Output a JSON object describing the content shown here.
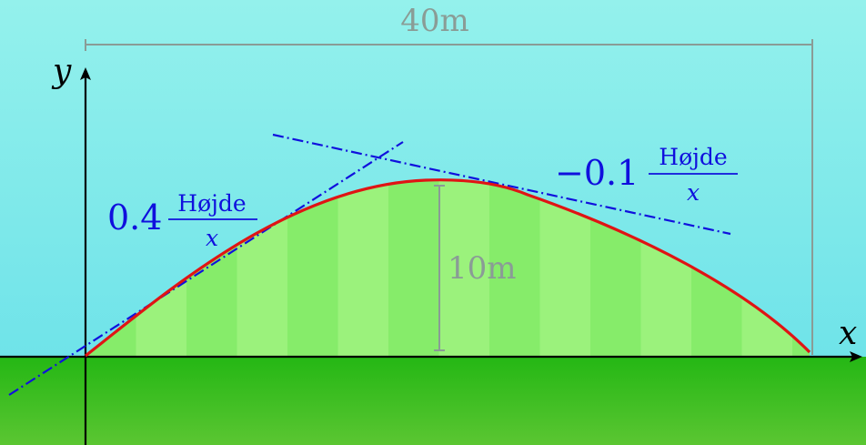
{
  "width_label": "40m",
  "height_label": "10m",
  "axis": {
    "x_label": "x",
    "y_label": "y"
  },
  "left_slope": {
    "coefficient": "0.4",
    "numerator": "Højde",
    "denominator": "x"
  },
  "right_slope": {
    "coefficient": "−0.1",
    "numerator": "Højde",
    "denominator": "x"
  },
  "colors": {
    "sky_top": "#94F1EC",
    "sky_bottom": "#6FE3E9",
    "ground_top": "#24B714",
    "ground_bottom": "#5BC632",
    "hill_fill_light": "#9BF27C",
    "hill_fill_dark": "#86EC6A",
    "curve": "#E01414",
    "tangent": "#1010DD",
    "dimension": "#8A9C96",
    "axis": "#000000"
  }
}
